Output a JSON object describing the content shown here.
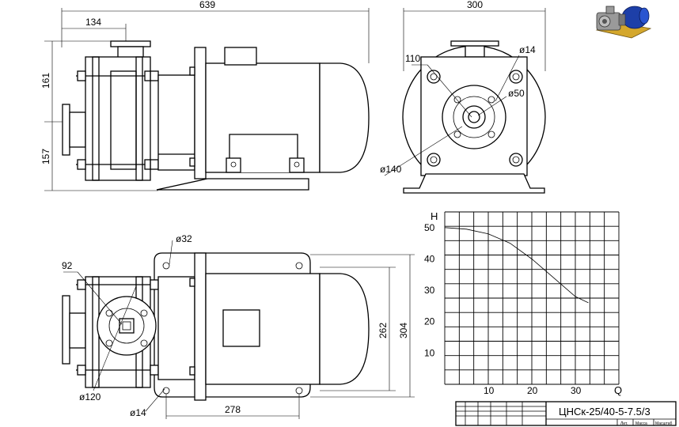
{
  "dimensions": {
    "side_view": {
      "total_length": "639",
      "inlet_offset": "134",
      "height_upper": "161",
      "height_lower": "157"
    },
    "front_view": {
      "width": "300",
      "bolt_spacing": "110",
      "bolt_hole": "ø14",
      "flange_inner": "ø50",
      "flange_outer": "ø140"
    },
    "plan_view": {
      "port_hole": "ø32",
      "port_bolt": "92",
      "flange": "ø120",
      "foot_hole": "ø14",
      "foot_spacing": "278",
      "frame_inner": "262",
      "frame_outer": "304"
    }
  },
  "chart_data": {
    "type": "line",
    "ylabel": "H",
    "xlabel": "Q",
    "x_ticks": [
      "10",
      "20",
      "30"
    ],
    "y_ticks": [
      "10",
      "20",
      "30",
      "40",
      "50"
    ],
    "xlim": [
      0,
      40
    ],
    "ylim": [
      0,
      55
    ],
    "series": [
      {
        "x": [
          0,
          5,
          10,
          15,
          20,
          25,
          30,
          33
        ],
        "y": [
          50,
          49.5,
          48,
          45,
          40,
          34,
          28,
          26
        ]
      }
    ],
    "grid": true
  },
  "title_block": {
    "model": "ЦНСк-25/40-5-7.5/3",
    "col_lit": "Лит.",
    "col_mass": "Масса",
    "col_scale": "Масштаб"
  },
  "thumbnail": {
    "motor_color": "#1d3fa8",
    "body_color": "#9a9a9a",
    "base_color": "#d4a72c"
  }
}
